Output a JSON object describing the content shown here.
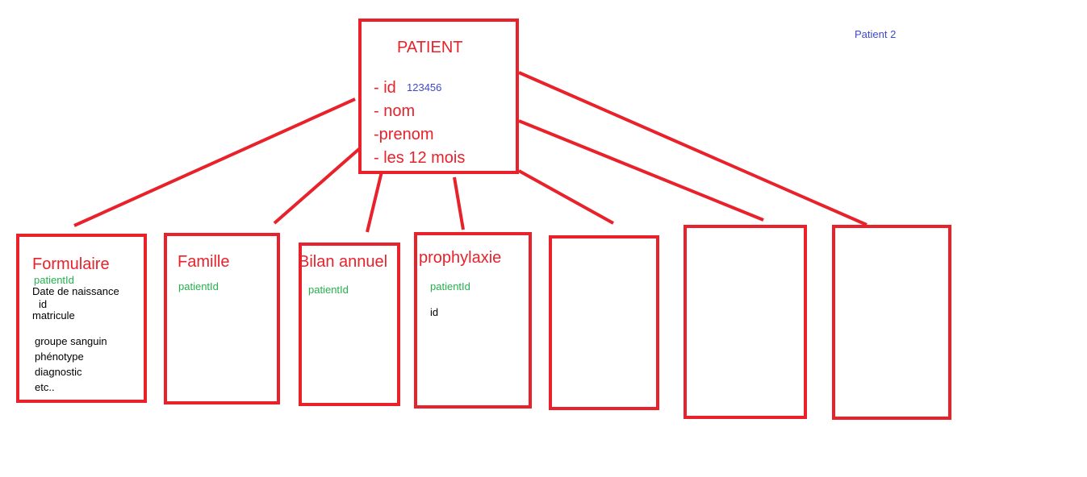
{
  "colors": {
    "accent_red": "#e8212b",
    "field_green": "#22b14c",
    "note_blue": "#3f48cc",
    "text_black": "#000000"
  },
  "patient": {
    "title": "PATIENT",
    "id_label": "- id",
    "id_value": "123456",
    "nom_label": "- nom",
    "prenom_label": "-prenom",
    "mois_label": "- les 12 mois"
  },
  "note": "Patient 2",
  "formulaire": {
    "title": "Formulaire",
    "fk": "patientId",
    "fields": [
      "Date de naissance",
      "id",
      "matricule",
      "groupe sanguin",
      "phénotype",
      "diagnostic",
      "etc.."
    ]
  },
  "famille": {
    "title": "Famille",
    "fk": "patientId"
  },
  "bilan": {
    "title": "Bilan annuel",
    "fk": "patientId"
  },
  "prophylaxie": {
    "title": "prophylaxie",
    "fk": "patientId",
    "field": "id"
  }
}
